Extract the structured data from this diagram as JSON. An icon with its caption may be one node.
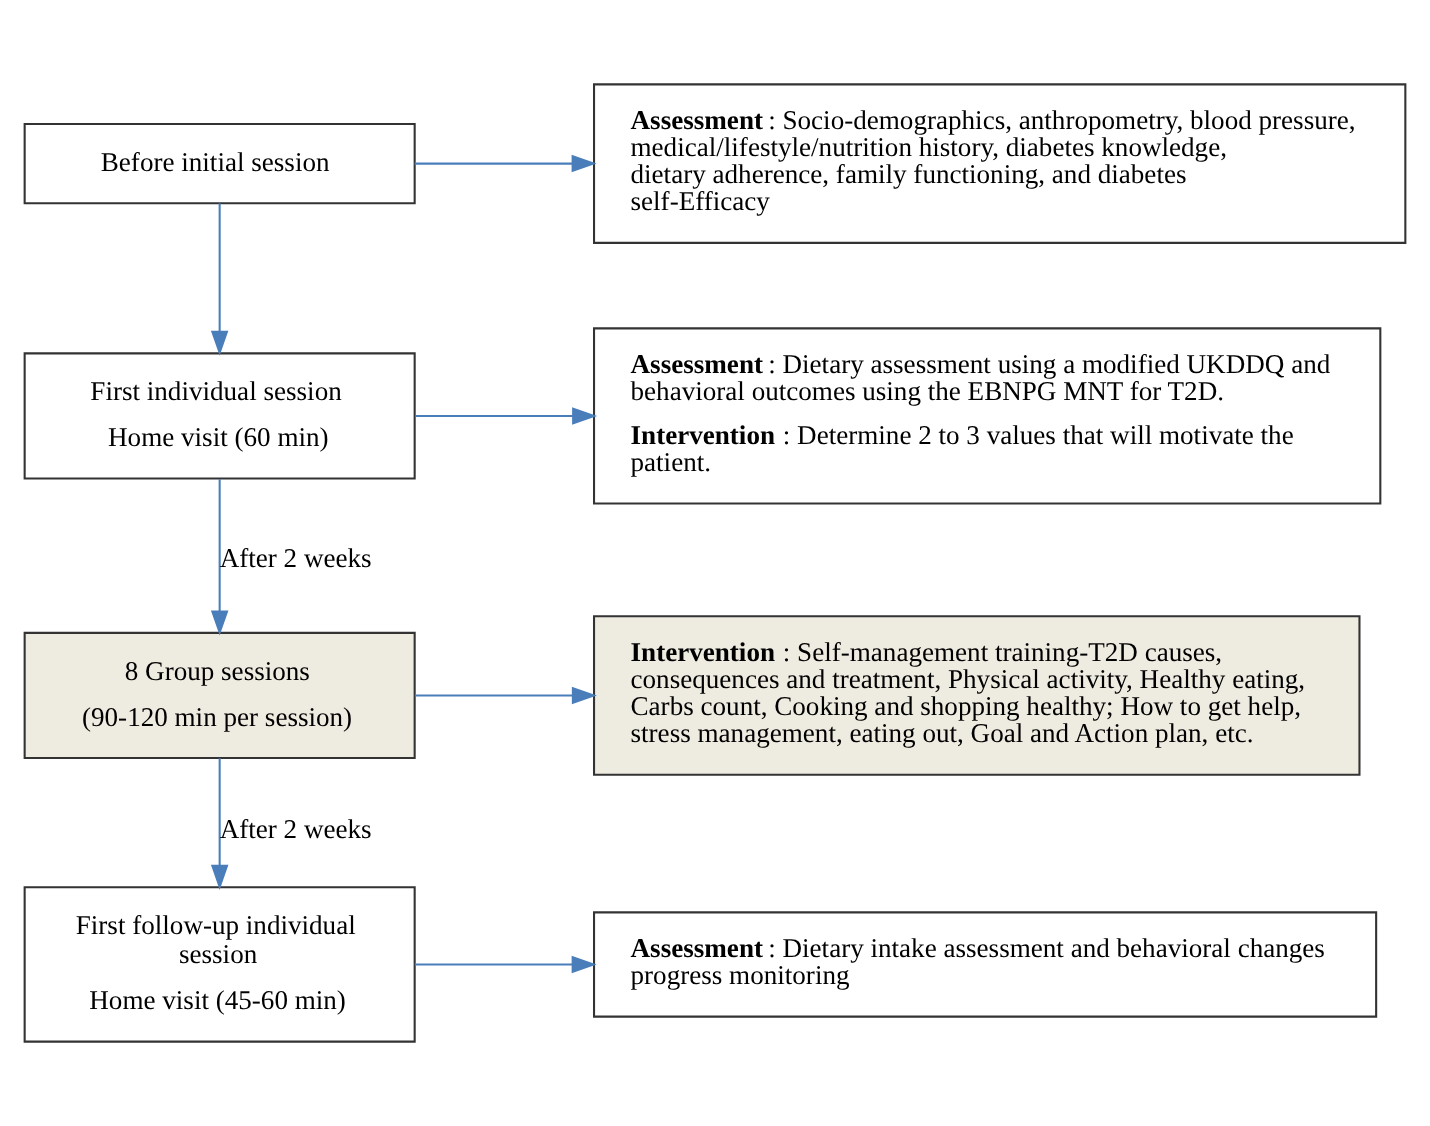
{
  "diagram": {
    "nodes": [
      {
        "text": [
          "Before initial session"
        ]
      },
      {
        "text": [
          "**Assessment**: Socio-demographics, anthropometry, blood pressure, medical/lifestyle/nutrition history, diabetes knowledge, dietary adherence, family functioning, and diabetes self-Efficacy"
        ]
      },
      {
        "text": [
          "First individual session",
          "Home visit (60 min)"
        ]
      },
      {
        "text": [
          "**Assessment**: Dietary assessment using a modified UKDDQ and behavioral outcomes using the EBNPG MNT for T2D.",
          "**Intervention**: Determine 2 to 3 values that will motivate the patient."
        ]
      },
      {
        "text": [
          "8 Group sessions",
          "(90-120 min per session)"
        ]
      },
      {
        "text": [
          "**Intervention**: Self-management training-T2D causes, consequences and treatment, Physical activity, Healthy eating, Carbs count, Cooking and shopping healthy; How to get help, stress management, eating out, Goal and Action plan, etc."
        ]
      },
      {
        "text": [
          "First follow-up individual session",
          "Home visit (45-60 min)"
        ]
      },
      {
        "text": [
          "**Assessment**: Dietary intake assessment and behavioral changes progress monitoring"
        ]
      }
    ],
    "edges": [
      {
        "from": 0,
        "to": 1,
        "arrow": "to"
      },
      {
        "from": 0,
        "to": 2,
        "arrow": "to"
      },
      {
        "from": 2,
        "to": 3,
        "arrow": "to"
      },
      {
        "from": 2,
        "to": 4,
        "arrow": "to",
        "label": "After 2 weeks"
      },
      {
        "from": 4,
        "to": 5,
        "arrow": "to"
      },
      {
        "from": 4,
        "to": 6,
        "arrow": "to",
        "label": "After 2 weeks"
      },
      {
        "from": 6,
        "to": 7,
        "arrow": "to"
      }
    ]
  }
}
